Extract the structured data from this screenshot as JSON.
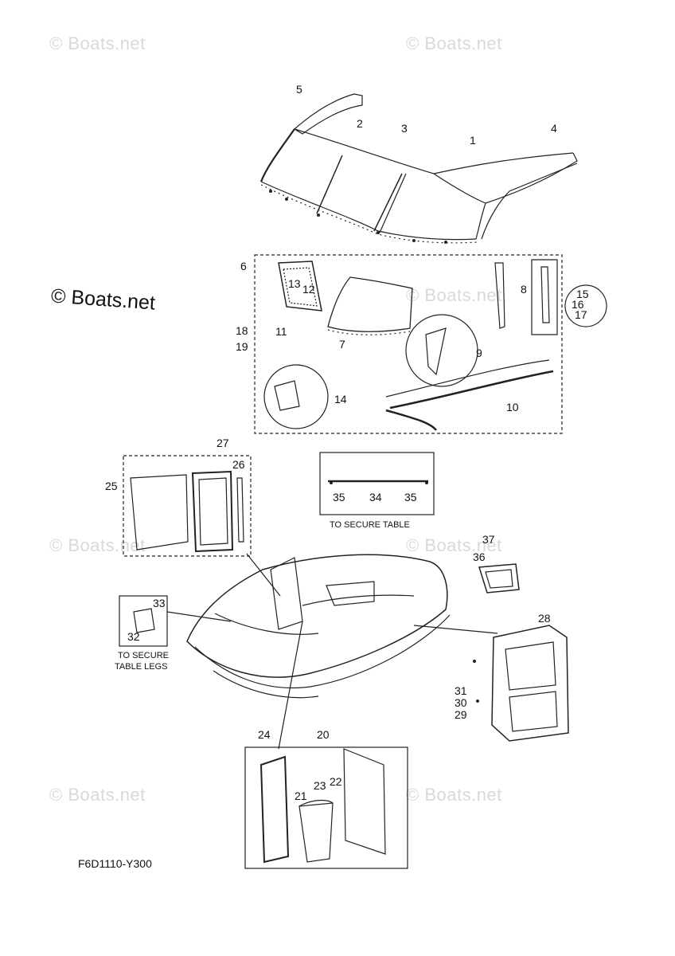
{
  "watermark": "© Boats.net",
  "brand_label": "© Boats.net",
  "diagram_code": "F6D1110-Y300",
  "captions": {
    "secure_table": "TO SECURE TABLE",
    "secure_legs_1": "TO SECURE",
    "secure_legs_2": "TABLE LEGS"
  },
  "callouts": [
    "1",
    "2",
    "3",
    "4",
    "5",
    "6",
    "7",
    "8",
    "9",
    "10",
    "11",
    "12",
    "13",
    "14",
    "15",
    "16",
    "17",
    "18",
    "19",
    "20",
    "21",
    "22",
    "23",
    "24",
    "25",
    "26",
    "27",
    "28",
    "29",
    "30",
    "31",
    "32",
    "33",
    "34",
    "35",
    "35",
    "36",
    "37"
  ]
}
